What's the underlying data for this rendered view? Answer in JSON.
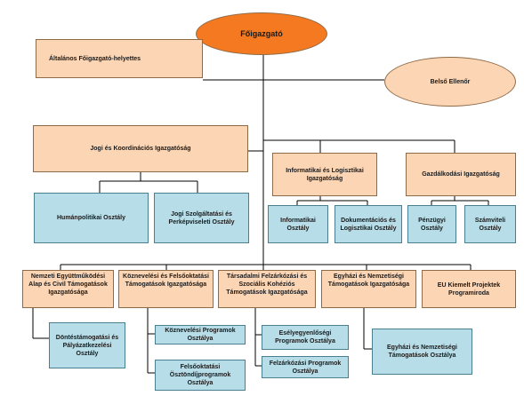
{
  "top": {
    "main": "Főigazgató"
  },
  "deputy": "Általános Főigazgató-helyettes",
  "audit": "Belső Ellenőr",
  "directorates": {
    "jogi": "Jogi és Koordinációs Igazgatóság",
    "info": "Informatikai és Logisztikai Igazgatóság",
    "gazd": "Gazdálkodási Igazgatóság",
    "nemzeti": "Nemzeti Együttműködési Alap és Civil Támogatások Igazgatósága",
    "koznev": "Köznevelési és Felsőoktatási Támogatások Igazgatósága",
    "tarsad": "Társadalmi Felzárkózási és Szociális Kohéziós Támogatások Igazgatósága",
    "egyhazi": "Egyházi és Nemzetiségi Támogatások Igazgatósága",
    "eu": "EU Kiemelt Projektek Programiroda"
  },
  "departments": {
    "human": "Humánpolitikai Osztály",
    "jogiszolg": "Jogi Szolgáltatási és Perképviseleti Osztály",
    "inform": "Informatikai Osztály",
    "dokument": "Dokumentációs és Logisztikai Osztály",
    "penzugyi": "Pénzügyi Osztály",
    "szamviteli": "Számviteli Osztály",
    "dontes": "Döntéstámogatási és Pályázatkezelési Osztály",
    "koznevprog": "Köznevelési Programok Osztálya",
    "felsookt": "Felsőoktatási Ösztöndíjprogramok Osztálya",
    "esely": "Esélyegyenlőségi Programok Osztálya",
    "felzark": "Felzárkózási Programok Osztálya",
    "egyhazosztaly": "Egyházi és Nemzetiségi Támogatások Osztálya"
  },
  "colors": {
    "accent_orange": "#f47920",
    "box_peach": "#fcd5b4",
    "box_teal": "#b7dde8",
    "line": "#000000"
  }
}
